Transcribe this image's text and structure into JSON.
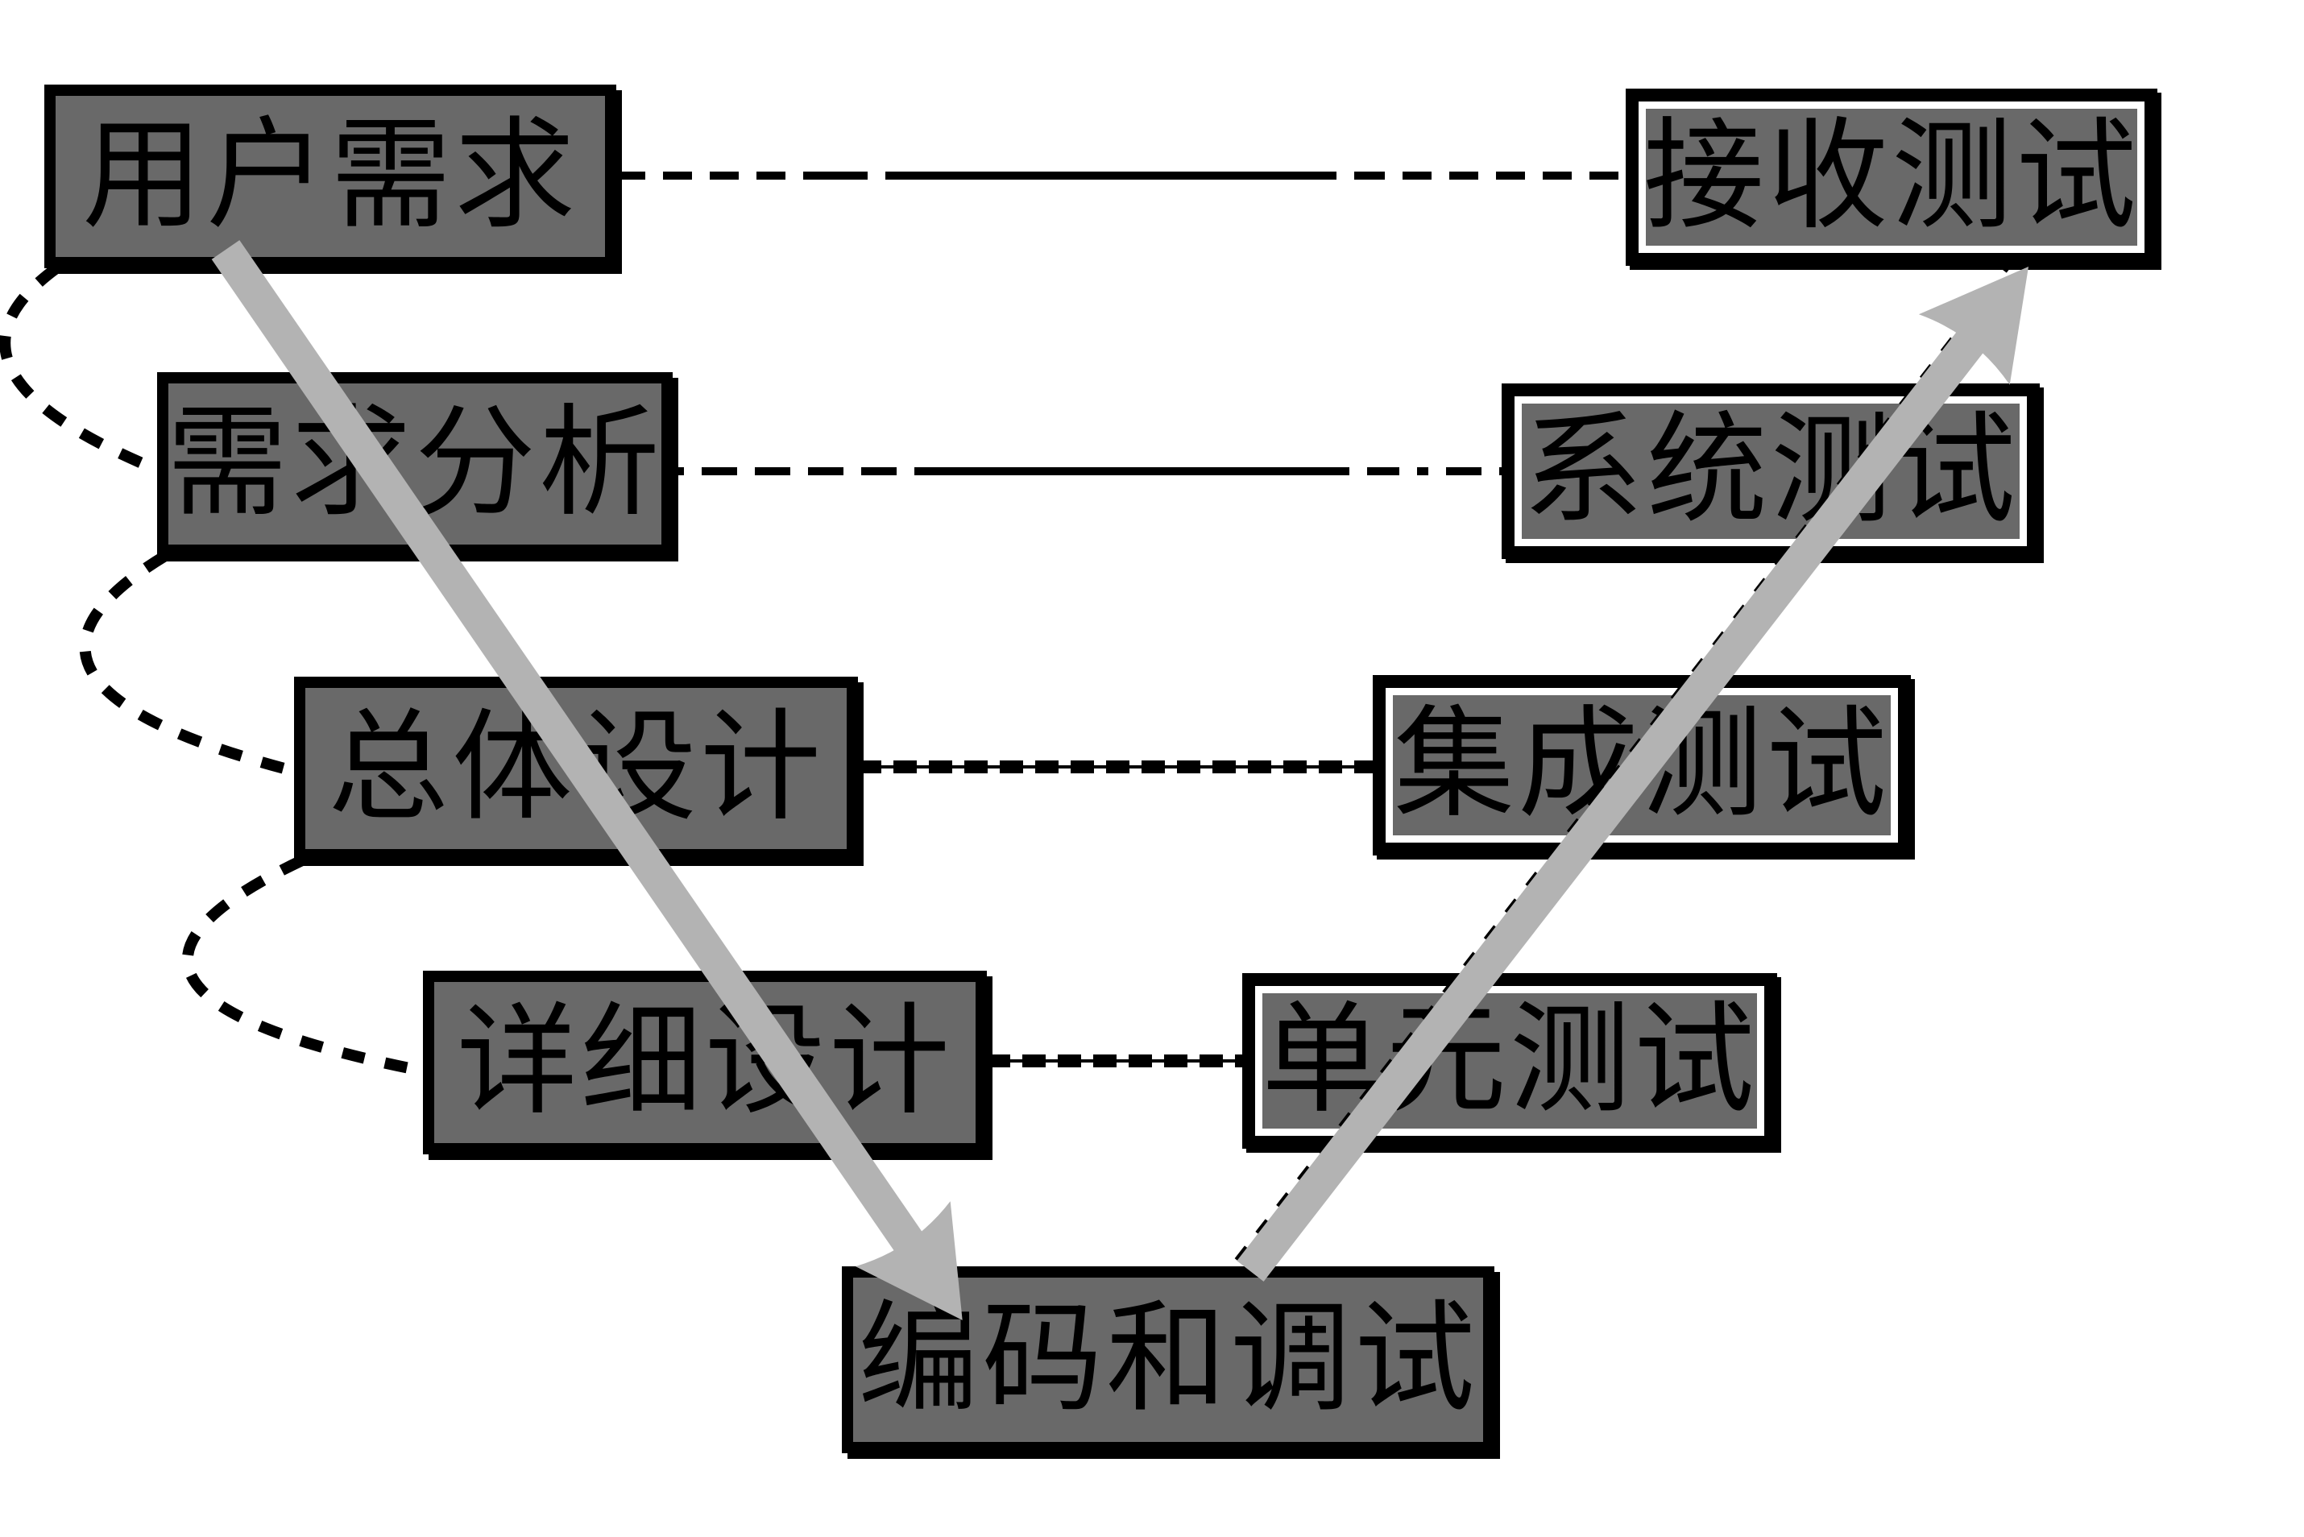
{
  "diagram": {
    "type": "v-model-software-process",
    "background_color": "#ffffff",
    "colors": {
      "node_fill": "#696969",
      "node_border": "#000000",
      "node_text": "#000000",
      "right_node_inner_highlight": "#ffffff",
      "big_arrow": "#b3b3b3",
      "dashed_connector": "#000000"
    },
    "nodes": {
      "user_requirements": {
        "label": "用户需求"
      },
      "requirements_analysis": {
        "label": "需求分析"
      },
      "overall_design": {
        "label": "总体设计"
      },
      "detailed_design": {
        "label": "详细设计"
      },
      "coding_and_debugging": {
        "label": "编码和调试"
      },
      "unit_testing": {
        "label": "单元测试"
      },
      "integration_testing": {
        "label": "集成测试"
      },
      "system_testing": {
        "label": "系统测试"
      },
      "acceptance_testing": {
        "label": "接收测试"
      }
    },
    "edges": [
      {
        "from": "user_requirements",
        "to": "acceptance_testing",
        "style": "dashed-horizontal-thin"
      },
      {
        "from": "requirements_analysis",
        "to": "system_testing",
        "style": "dashed-horizontal-thin"
      },
      {
        "from": "overall_design",
        "to": "integration_testing",
        "style": "dashed-horizontal-bold"
      },
      {
        "from": "detailed_design",
        "to": "unit_testing",
        "style": "dashed-horizontal-bold"
      },
      {
        "from": "user_requirements",
        "to": "requirements_analysis",
        "style": "dashed-left-arc"
      },
      {
        "from": "requirements_analysis",
        "to": "overall_design",
        "style": "dashed-left-arc"
      },
      {
        "from": "overall_design",
        "to": "detailed_design",
        "style": "dashed-left-arc"
      },
      {
        "from": "user_requirements",
        "to": "coding_and_debugging",
        "style": "thick-gray-arrow-down"
      },
      {
        "from": "coding_and_debugging",
        "to": "acceptance_testing",
        "style": "thick-gray-arrow-up"
      }
    ]
  }
}
